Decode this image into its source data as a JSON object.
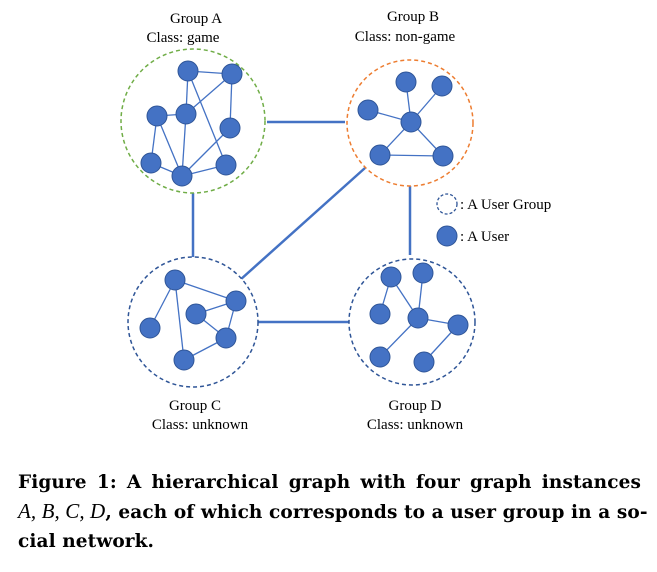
{
  "groups": [
    {
      "id": "A",
      "name": "Group A",
      "class_label": "Class: game",
      "color": "#70ad47"
    },
    {
      "id": "B",
      "name": "Group B",
      "class_label": "Class: non-game",
      "color": "#ed7d31"
    },
    {
      "id": "C",
      "name": "Group C",
      "class_label": "Class: unknown",
      "color": "#2f5597"
    },
    {
      "id": "D",
      "name": "Group D",
      "class_label": "Class: unknown",
      "color": "#2f5597"
    }
  ],
  "legend": {
    "group_label": ": A User Group",
    "user_label": ": A User"
  },
  "colors": {
    "node_fill": "#4472c4",
    "node_stroke": "#2f5597",
    "edge": "#4472c4"
  },
  "caption": {
    "prefix": "Figure 1: A hierarchical graph with four graph instances",
    "vars": "A, B, C, D",
    "rest_line2": ", each of which corresponds to a user group in a so-",
    "line3": "cial network."
  }
}
